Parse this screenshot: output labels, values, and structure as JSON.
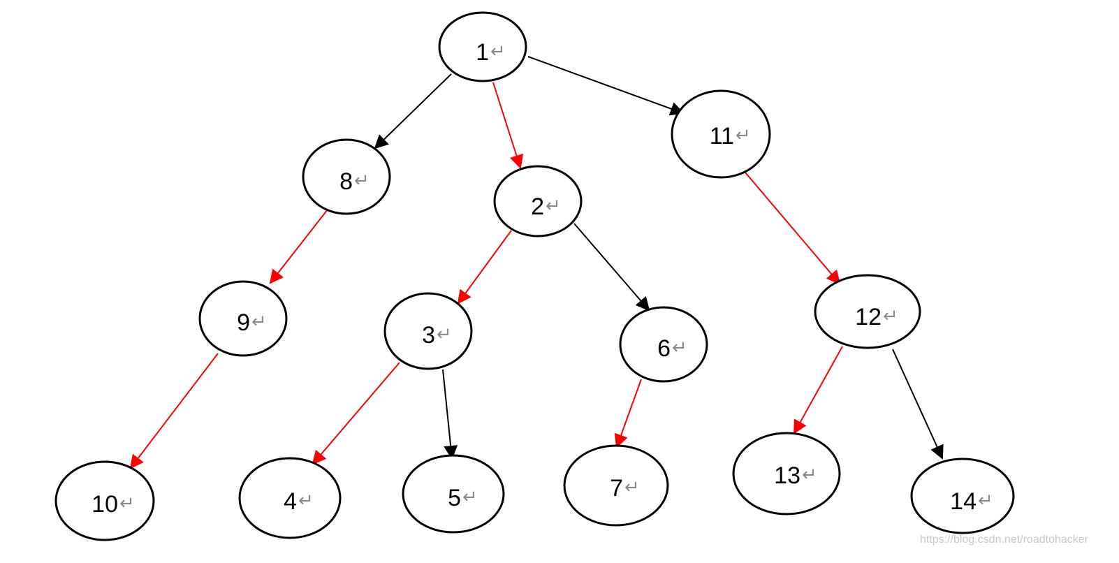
{
  "diagram": {
    "node_suffix": "↵",
    "colors": {
      "black": "#000000",
      "red": "#ff0000"
    },
    "nodes": [
      {
        "id": "n1",
        "label": "1"
      },
      {
        "id": "n8",
        "label": "8"
      },
      {
        "id": "n2",
        "label": "2"
      },
      {
        "id": "n11",
        "label": "11"
      },
      {
        "id": "n9",
        "label": "9"
      },
      {
        "id": "n3",
        "label": "3"
      },
      {
        "id": "n6",
        "label": "6"
      },
      {
        "id": "n12",
        "label": "12"
      },
      {
        "id": "n10",
        "label": "10"
      },
      {
        "id": "n4",
        "label": "4"
      },
      {
        "id": "n5",
        "label": "5"
      },
      {
        "id": "n7",
        "label": "7"
      },
      {
        "id": "n13",
        "label": "13"
      },
      {
        "id": "n14",
        "label": "14"
      }
    ],
    "edges": [
      {
        "from": "1",
        "to": "8",
        "color": "black"
      },
      {
        "from": "1",
        "to": "2",
        "color": "red"
      },
      {
        "from": "1",
        "to": "11",
        "color": "black"
      },
      {
        "from": "8",
        "to": "9",
        "color": "red"
      },
      {
        "from": "9",
        "to": "10",
        "color": "red"
      },
      {
        "from": "2",
        "to": "3",
        "color": "red"
      },
      {
        "from": "2",
        "to": "6",
        "color": "black"
      },
      {
        "from": "3",
        "to": "4",
        "color": "red"
      },
      {
        "from": "3",
        "to": "5",
        "color": "black"
      },
      {
        "from": "6",
        "to": "7",
        "color": "red"
      },
      {
        "from": "11",
        "to": "12",
        "color": "red"
      },
      {
        "from": "12",
        "to": "13",
        "color": "red"
      },
      {
        "from": "12",
        "to": "14",
        "color": "black"
      }
    ]
  },
  "watermark": "https://blog.csdn.net/roadtohacker"
}
